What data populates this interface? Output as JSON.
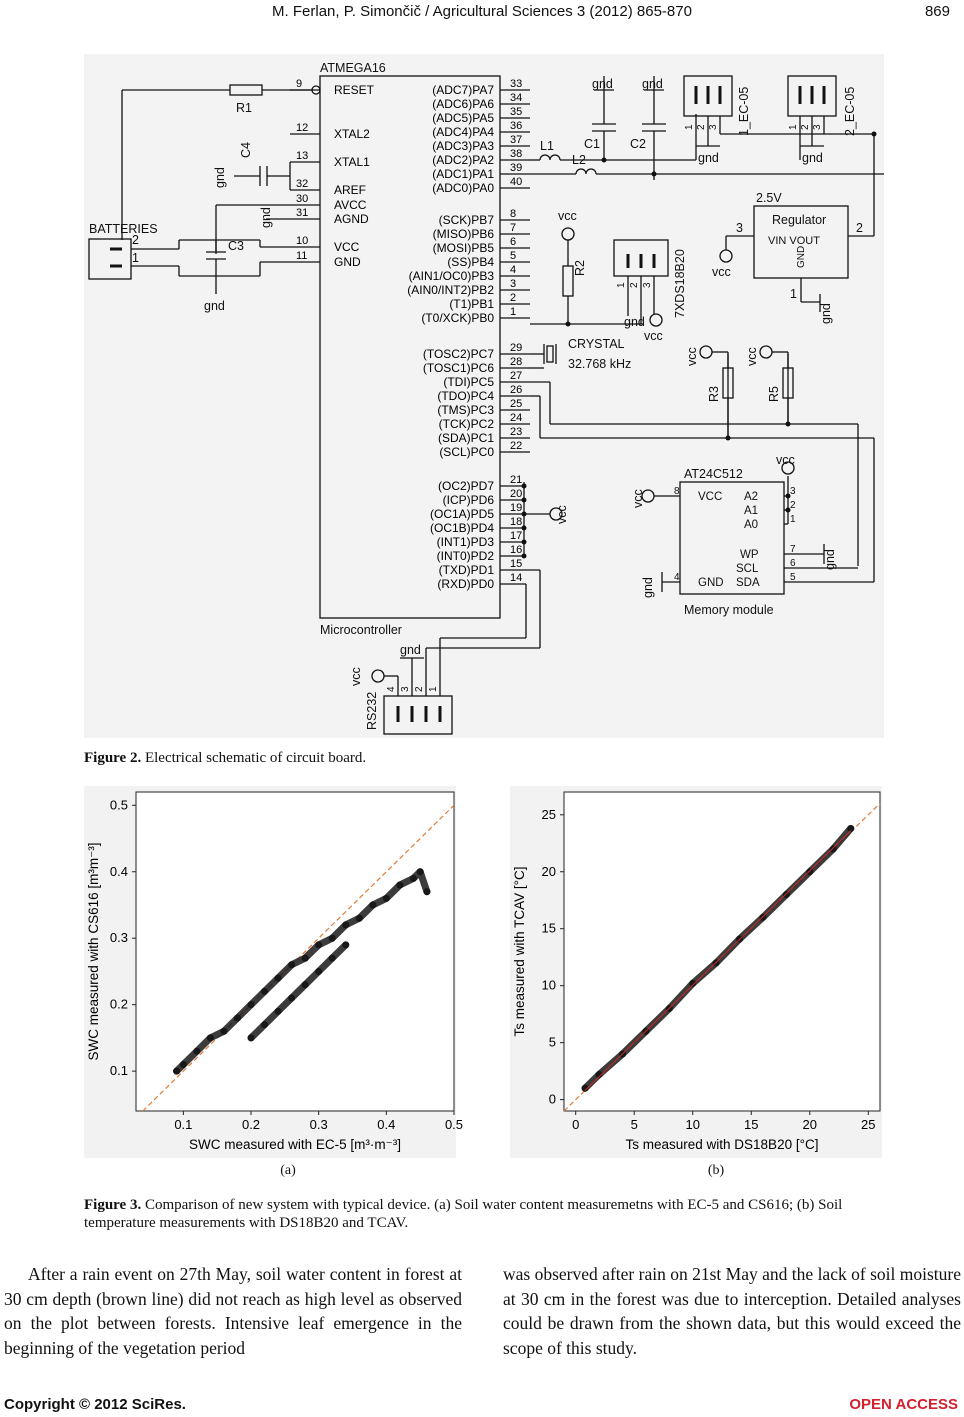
{
  "header": {
    "citation": "M. Ferlan, P. Simončič / Agricultural Sciences 3 (2012) 865-870",
    "page_number": "869"
  },
  "figure2": {
    "caption_label": "Figure 2.",
    "caption_text": " Electrical schematic of circuit board.",
    "schematic": {
      "mcu_name": "ATMEGA16",
      "mcu_caption": "Microcontroller",
      "left_pins": [
        {
          "num": "9",
          "name": "RESET"
        },
        {
          "num": "12",
          "name": "XTAL2"
        },
        {
          "num": "13",
          "name": "XTAL1"
        },
        {
          "num": "32",
          "name": "AREF"
        },
        {
          "num": "30",
          "name": "AVCC"
        },
        {
          "num": "31",
          "name": "AGND"
        },
        {
          "num": "10",
          "name": "VCC"
        },
        {
          "num": "11",
          "name": "GND"
        }
      ],
      "right_pins_a": [
        {
          "num": "33",
          "name": "(ADC7)PA7"
        },
        {
          "num": "34",
          "name": "(ADC6)PA6"
        },
        {
          "num": "35",
          "name": "(ADC5)PA5"
        },
        {
          "num": "36",
          "name": "(ADC4)PA4"
        },
        {
          "num": "37",
          "name": "(ADC3)PA3"
        },
        {
          "num": "38",
          "name": "(ADC2)PA2"
        },
        {
          "num": "39",
          "name": "(ADC1)PA1"
        },
        {
          "num": "40",
          "name": "(ADC0)PA0"
        }
      ],
      "right_pins_b": [
        {
          "num": "8",
          "name": "(SCK)PB7"
        },
        {
          "num": "7",
          "name": "(MISO)PB6"
        },
        {
          "num": "6",
          "name": "(MOSI)PB5"
        },
        {
          "num": "5",
          "name": "(SS)PB4"
        },
        {
          "num": "4",
          "name": "(AIN1/OC0)PB3"
        },
        {
          "num": "3",
          "name": "(AIN0/INT2)PB2"
        },
        {
          "num": "2",
          "name": "(T1)PB1"
        },
        {
          "num": "1",
          "name": "(T0/XCK)PB0"
        }
      ],
      "right_pins_c": [
        {
          "num": "29",
          "name": "(TOSC2)PC7"
        },
        {
          "num": "28",
          "name": "(TOSC1)PC6"
        },
        {
          "num": "27",
          "name": "(TDI)PC5"
        },
        {
          "num": "26",
          "name": "(TDO)PC4"
        },
        {
          "num": "25",
          "name": "(TMS)PC3"
        },
        {
          "num": "24",
          "name": "(TCK)PC2"
        },
        {
          "num": "23",
          "name": "(SDA)PC1"
        },
        {
          "num": "22",
          "name": "(SCL)PC0"
        }
      ],
      "right_pins_d": [
        {
          "num": "21",
          "name": "(OC2)PD7"
        },
        {
          "num": "20",
          "name": "(ICP)PD6"
        },
        {
          "num": "19",
          "name": "(OC1A)PD5"
        },
        {
          "num": "18",
          "name": "(OC1B)PD4"
        },
        {
          "num": "17",
          "name": "(INT1)PD3"
        },
        {
          "num": "16",
          "name": "(INT0)PD2"
        },
        {
          "num": "15",
          "name": "(TXD)PD1"
        },
        {
          "num": "14",
          "name": "(RXD)PD0"
        }
      ],
      "labels": {
        "r1": "R1",
        "c4": "C4",
        "c3": "C3",
        "c1": "C1",
        "c2": "C2",
        "l1": "L1",
        "l2": "L2",
        "r2": "R2",
        "r3": "R3",
        "r5": "R5",
        "gnd": "gnd",
        "vcc": "vcc",
        "batteries": "BATTERIES",
        "bat_pin2": "2",
        "bat_pin1": "1",
        "ec05_1": "1_EC-05",
        "ec05_2": "2_EC-05",
        "ec_pin1": "1",
        "ec_pin2": "2",
        "ec_pin3": "3",
        "v25": "2.5V",
        "regulator": "Regulator",
        "vin_vout": "VIN VOUT",
        "reg_gnd": "GND",
        "reg_pin3": "3",
        "reg_pin2": "2",
        "reg_pin1": "1",
        "ds18b20": "7XDS18B20",
        "ds_pin1": "1",
        "ds_pin2": "2",
        "ds_pin3": "3",
        "crystal": "CRYSTAL",
        "crystal_freq": "32.768 kHz",
        "mem_chip": "AT24C512",
        "mem_caption": "Memory module",
        "mem_vcc": "VCC",
        "mem_gnd": "GND",
        "mem_a2": "A2",
        "mem_a1": "A1",
        "mem_a0": "A0",
        "mem_wp": "WP",
        "mem_scl": "SCL",
        "mem_sda": "SDA",
        "mem_p8": "8",
        "mem_p4": "4",
        "mem_p3": "3",
        "mem_p2": "2",
        "mem_p1": "1",
        "mem_p7": "7",
        "mem_p6": "6",
        "mem_p5": "5",
        "rs232": "RS232",
        "rs_p4": "4",
        "rs_p3": "3",
        "rs_p2": "2",
        "rs_p1": "1"
      }
    }
  },
  "figure3": {
    "caption_label": "Figure 3.",
    "caption_text": " Comparison of new system with typical device. (a) Soil water content measuremetns with EC-5 and CS616; (b) Soil temperature measurements with DS18B20 and TCAV.",
    "panel_a_label": "(a)",
    "panel_b_label": "(b)"
  },
  "chart_data": [
    {
      "type": "scatter",
      "xlabel": "SWC measured with EC-5 [m³·m⁻³]",
      "ylabel": "SWC measured with CS616 [m³m⁻³]",
      "x_ticks": [
        "0.1",
        "0.2",
        "0.3",
        "0.4",
        "0.5"
      ],
      "y_ticks": [
        "0.1",
        "0.2",
        "0.3",
        "0.4",
        "0.5"
      ],
      "xlim": [
        0.03,
        0.5
      ],
      "ylim": [
        0.04,
        0.52
      ],
      "reference_line": "1:1",
      "colors": {
        "points": "#1a1a1a",
        "reference": "#e07b39"
      },
      "series": [
        {
          "x": [
            0.09,
            0.1,
            0.12,
            0.14,
            0.16,
            0.18,
            0.2,
            0.22,
            0.24,
            0.26,
            0.28,
            0.3,
            0.32,
            0.34,
            0.36,
            0.38,
            0.4,
            0.42,
            0.44,
            0.45,
            0.46
          ],
          "y": [
            0.1,
            0.11,
            0.13,
            0.15,
            0.16,
            0.18,
            0.2,
            0.22,
            0.24,
            0.26,
            0.27,
            0.29,
            0.3,
            0.32,
            0.33,
            0.35,
            0.36,
            0.38,
            0.39,
            0.4,
            0.37
          ]
        },
        {
          "x": [
            0.2,
            0.22,
            0.24,
            0.26,
            0.28,
            0.3,
            0.32,
            0.34
          ],
          "y": [
            0.15,
            0.17,
            0.19,
            0.21,
            0.23,
            0.25,
            0.27,
            0.29
          ]
        }
      ]
    },
    {
      "type": "scatter",
      "xlabel": "Ts measured with DS18B20 [°C]",
      "ylabel": "Ts measured with TCAV [°C]",
      "x_ticks": [
        "0",
        "5",
        "10",
        "15",
        "20",
        "25"
      ],
      "y_ticks": [
        "0",
        "5",
        "10",
        "15",
        "20",
        "25"
      ],
      "xlim": [
        -1,
        26
      ],
      "ylim": [
        -1,
        27
      ],
      "reference_line": "1:1",
      "colors": {
        "points": "#1a1a1a",
        "reference": "#e07b39",
        "fit": "#cc2a2a"
      },
      "series": [
        {
          "x": [
            0.8,
            2,
            4,
            6,
            8,
            10,
            12,
            14,
            16,
            18,
            20,
            22,
            23.5
          ],
          "y": [
            1,
            2.2,
            4,
            6,
            8,
            10.2,
            12,
            14.1,
            16,
            18,
            20,
            22,
            23.8
          ]
        }
      ]
    }
  ],
  "body": {
    "col1": "After a rain event on 27th May, soil water content in forest at 30 cm depth (brown line) did not reach as high level as observed on the plot between forests. Intensive leaf emergence in the beginning of the vegetation period",
    "col2": "was observed after rain on 21st May and the lack of soil moisture at 30 cm in the forest was due to interception. Detailed analyses could be drawn from the shown data, but this would exceed the scope of this study."
  },
  "footer": {
    "copyright": "Copyright © 2012 SciRes.",
    "open_access": "OPEN ACCESS"
  }
}
